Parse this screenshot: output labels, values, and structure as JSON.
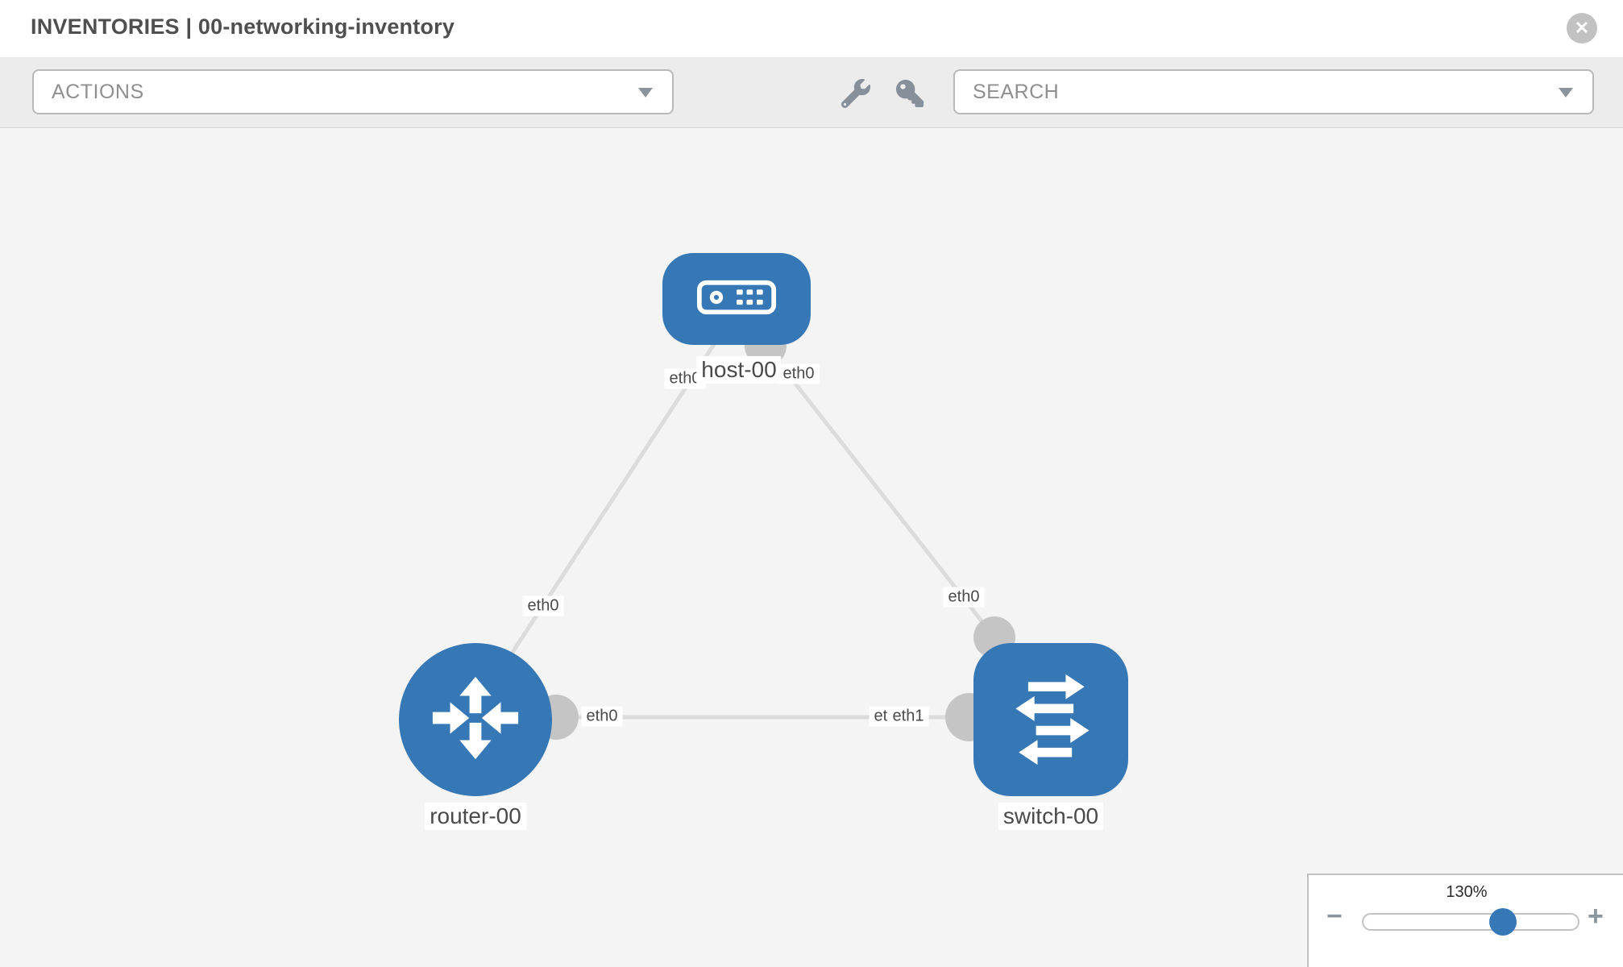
{
  "header": {
    "title": "INVENTORIES | 00-networking-inventory",
    "close_label": "✕"
  },
  "toolbar": {
    "actions_label": "ACTIONS",
    "search_label": "SEARCH",
    "icons": [
      "wrench-icon",
      "key-icon"
    ]
  },
  "topology": {
    "nodes": [
      {
        "label": "host-00",
        "type": "host"
      },
      {
        "label": "router-00",
        "type": "router"
      },
      {
        "label": "switch-00",
        "type": "switch"
      }
    ],
    "links": [
      {
        "from": "host-00",
        "to": "router-00"
      },
      {
        "from": "host-00",
        "to": "switch-00"
      },
      {
        "from": "router-00",
        "to": "switch-00"
      }
    ],
    "interface_labels": [
      {
        "text": "eth0"
      },
      {
        "text": "eth0"
      },
      {
        "text": "eth0"
      },
      {
        "text": "eth0"
      },
      {
        "text": "eth0"
      },
      {
        "text": "eth0"
      },
      {
        "text": "eth1"
      }
    ]
  },
  "zoom_control": {
    "level": "130%",
    "minus_label": "−",
    "plus_label": "+"
  },
  "colors": {
    "node_blue": "#3578b5",
    "link_gray": "#dcdcdc",
    "port_gray": "#c5c5c5",
    "toolbar_gray": "#ececec",
    "canvas_gray": "#f4f4f5",
    "icon_gray": "#87909a"
  }
}
